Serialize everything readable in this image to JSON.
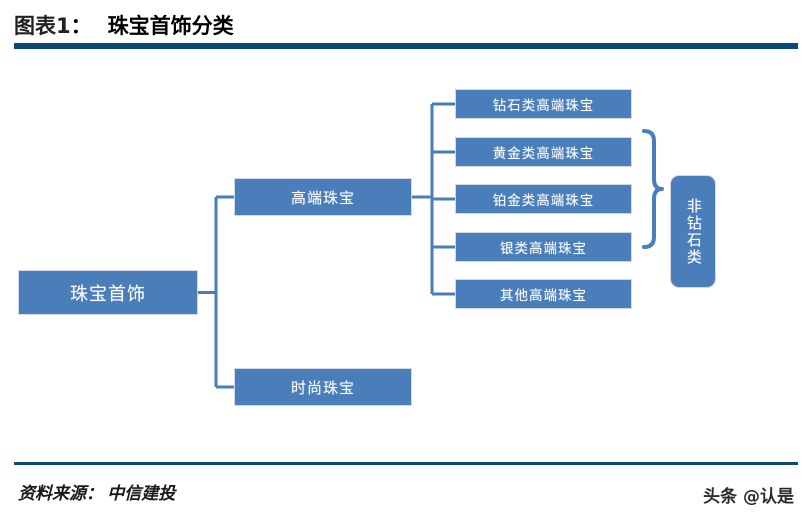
{
  "header": {
    "figure_label": "图表1",
    "separator": "：",
    "title": "珠宝首饰分类"
  },
  "footer": {
    "source_label": "资料来源：",
    "source_value": "中信建投",
    "source_full": "资料来源： 中信建投",
    "watermark": "头条 @认是"
  },
  "colors": {
    "rule": "#0b4a77",
    "node_fill": "#4a7ebb",
    "node_border": "#cfd9e8",
    "node_text": "#ffffff",
    "connector": "#4a7ebb"
  },
  "diagram": {
    "type": "tree",
    "root": {
      "label": "珠宝首饰"
    },
    "level1": [
      {
        "label": "高端珠宝"
      },
      {
        "label": "时尚珠宝"
      }
    ],
    "level2": [
      {
        "label": "钻石类高端珠宝"
      },
      {
        "label": "黄金类高端珠宝"
      },
      {
        "label": "铂金类高端珠宝"
      },
      {
        "label": "银类高端珠宝"
      },
      {
        "label": "其他高端珠宝"
      }
    ],
    "group": {
      "label": "非钻石类",
      "covers": [
        "黄金类高端珠宝",
        "铂金类高端珠宝",
        "银类高端珠宝",
        "其他高端珠宝"
      ]
    }
  }
}
